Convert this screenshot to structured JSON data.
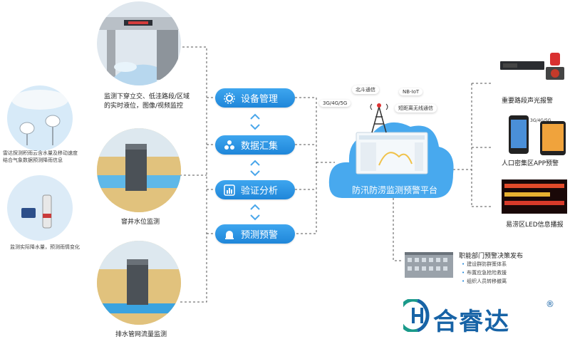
{
  "scenes": {
    "underpass_label": "监测下穿立交、低洼路段/区域\n的实时液位，图像/视频监控",
    "manhole_label": "窨井水位监测",
    "drain_label": "排水管网流量监测",
    "radar_label": "雷达探测积雨云含水量及移动速度\n结合气象数据预测降雨信息",
    "rain_label": "监测实际降水量，预测雨情变化"
  },
  "steps": [
    {
      "label": "设备管理",
      "icon": "gear-icon"
    },
    {
      "label": "数据汇集",
      "icon": "cluster-icon"
    },
    {
      "label": "验证分析",
      "icon": "chart-icon"
    },
    {
      "label": "预测预警",
      "icon": "alarm-icon"
    }
  ],
  "platform": {
    "title": "防汛防涝监测预警平台",
    "networks": [
      "北斗通信",
      "NB-IoT",
      "3G/4G/5G",
      "短距离无线通信"
    ]
  },
  "outputs": {
    "sound_light": "重要路段声光报警",
    "app": "人口密集区APP预警",
    "app_badge": "3G/4G/5G",
    "led": "易涝区LED信息播报"
  },
  "department": {
    "title": "职能部门预警决策发布",
    "items": [
      "建设群防群策体系",
      "布置应急抢险救援",
      "组织人员转移撤离"
    ]
  },
  "brand": {
    "name": "合睿达",
    "registered": "®"
  },
  "colors": {
    "primary": "#1f86d9",
    "cloud": "#48a9ee",
    "brand": "#1763a6"
  }
}
